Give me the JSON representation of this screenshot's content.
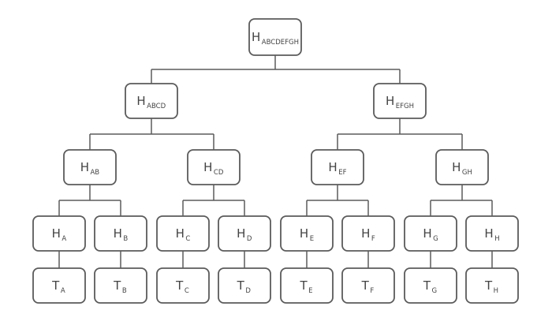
{
  "diagram": {
    "type": "tree",
    "root": "root",
    "nodes": {
      "root": {
        "main": "H",
        "sub": "ABCDEFGH",
        "children": [
          "habcd",
          "hefgh"
        ]
      },
      "habcd": {
        "main": "H",
        "sub": "ABCD",
        "children": [
          "hab",
          "hcd"
        ]
      },
      "hefgh": {
        "main": "H",
        "sub": "EFGH",
        "children": [
          "hef",
          "hgh"
        ]
      },
      "hab": {
        "main": "H",
        "sub": "AB",
        "children": [
          "ha",
          "hb"
        ]
      },
      "hcd": {
        "main": "H",
        "sub": "CD",
        "children": [
          "hc",
          "hd"
        ]
      },
      "hef": {
        "main": "H",
        "sub": "EF",
        "children": [
          "he",
          "hf"
        ]
      },
      "hgh": {
        "main": "H",
        "sub": "GH",
        "children": [
          "hg",
          "hh"
        ]
      },
      "ha": {
        "main": "H",
        "sub": "A",
        "children": [
          "ta"
        ]
      },
      "hb": {
        "main": "H",
        "sub": "B",
        "children": [
          "tb"
        ]
      },
      "hc": {
        "main": "H",
        "sub": "C",
        "children": [
          "tc"
        ]
      },
      "hd": {
        "main": "H",
        "sub": "D",
        "children": [
          "td"
        ]
      },
      "he": {
        "main": "H",
        "sub": "E",
        "children": [
          "te"
        ]
      },
      "hf": {
        "main": "H",
        "sub": "F",
        "children": [
          "tf"
        ]
      },
      "hg": {
        "main": "H",
        "sub": "G",
        "children": [
          "tg"
        ]
      },
      "hh": {
        "main": "H",
        "sub": "H",
        "children": [
          "th"
        ]
      },
      "ta": {
        "main": "T",
        "sub": "A",
        "children": []
      },
      "tb": {
        "main": "T",
        "sub": "B",
        "children": []
      },
      "tc": {
        "main": "T",
        "sub": "C",
        "children": []
      },
      "td": {
        "main": "T",
        "sub": "D",
        "children": []
      },
      "te": {
        "main": "T",
        "sub": "E",
        "children": []
      },
      "tf": {
        "main": "T",
        "sub": "F",
        "children": []
      },
      "tg": {
        "main": "T",
        "sub": "G",
        "children": []
      },
      "th": {
        "main": "T",
        "sub": "H",
        "children": []
      }
    }
  }
}
